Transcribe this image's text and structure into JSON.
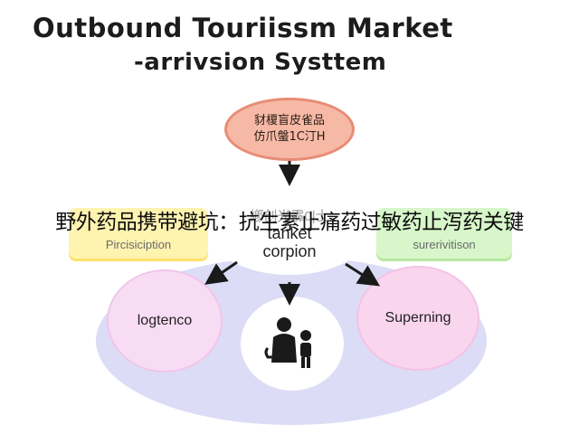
{
  "title": {
    "line1": "Outbound Touriissm Market",
    "line2": "-arrivsion Systtem"
  },
  "top_node": {
    "line1": "豺榎盲皮雀品",
    "line2": "仿爪螌1C汀H"
  },
  "center_node": {
    "faint": "鄕创光霹0|士",
    "line1": "tanket",
    "line2": "corpion"
  },
  "left_card": {
    "label": "Pircisiciption"
  },
  "right_card": {
    "label": "surerivitison"
  },
  "circles": {
    "left": "logtenco",
    "right": "Superning"
  },
  "overlay_banner": "野外药品携带避坑：抗生素止痛药过敏药止泻药关键",
  "colors": {
    "top_node_fill": "#f6b9a6",
    "left_card_fill": "#fff3b0",
    "right_card_fill": "#d7f6c9",
    "base_fill": "#dcdcf6",
    "circle_fill": "#f8dcf4"
  },
  "icons": [
    "people-icon",
    "arrow-down-icon",
    "arrow-down-left-icon",
    "arrow-down-right-icon"
  ]
}
